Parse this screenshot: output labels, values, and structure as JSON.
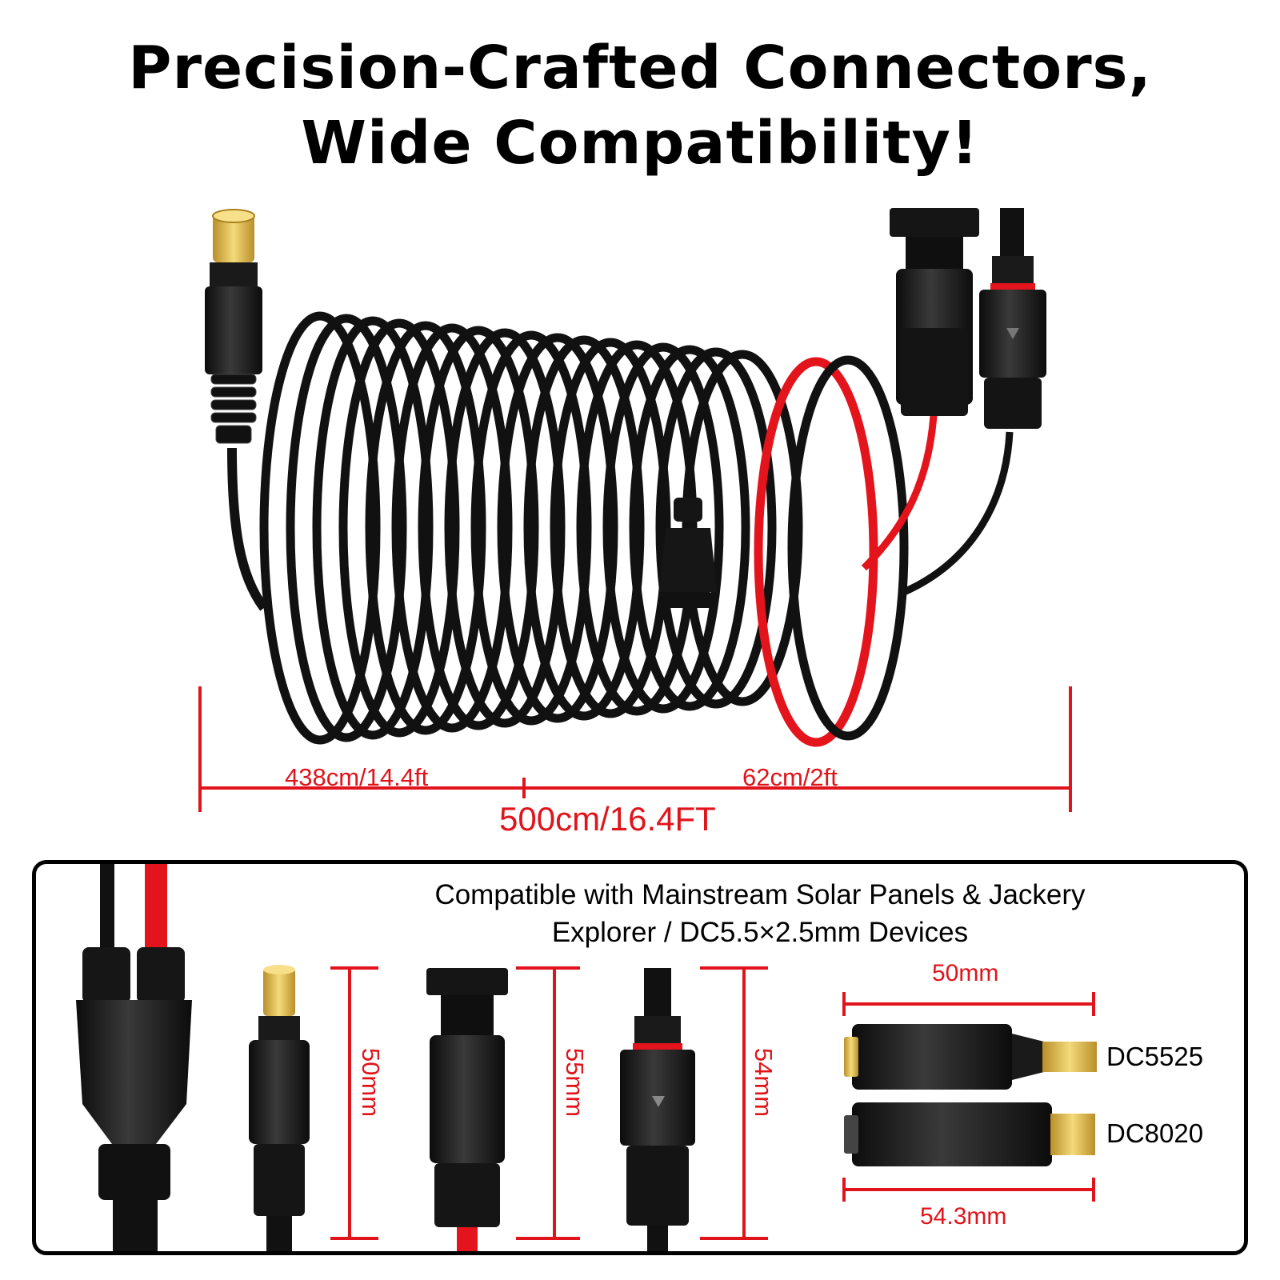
{
  "headline": {
    "line1": "Precision-Crafted Connectors,",
    "line2": "Wide Compatibility!"
  },
  "length": {
    "segment_a": "438cm/14.4ft",
    "segment_b": "62cm/2ft",
    "total": "500cm/16.4FT"
  },
  "panel": {
    "compat_line1": "Compatible with Mainstream Solar Panels & Jackery",
    "compat_line2": "Explorer / DC5.5×2.5mm Devices",
    "dc_connector_height": "50mm",
    "mc4_male_height": "55mm",
    "mc4_female_height": "54mm",
    "adapter_dc5525_length": "50mm",
    "adapter_dc5525_label": "DC5525",
    "adapter_dc8020_label": "DC8020",
    "adapter_dc8020_length": "54.3mm"
  },
  "colors": {
    "dimension_red": "#e0141b",
    "cable_black": "#111111",
    "cable_red": "#e3141c",
    "dc_tip_gold": "#e9c24a"
  }
}
